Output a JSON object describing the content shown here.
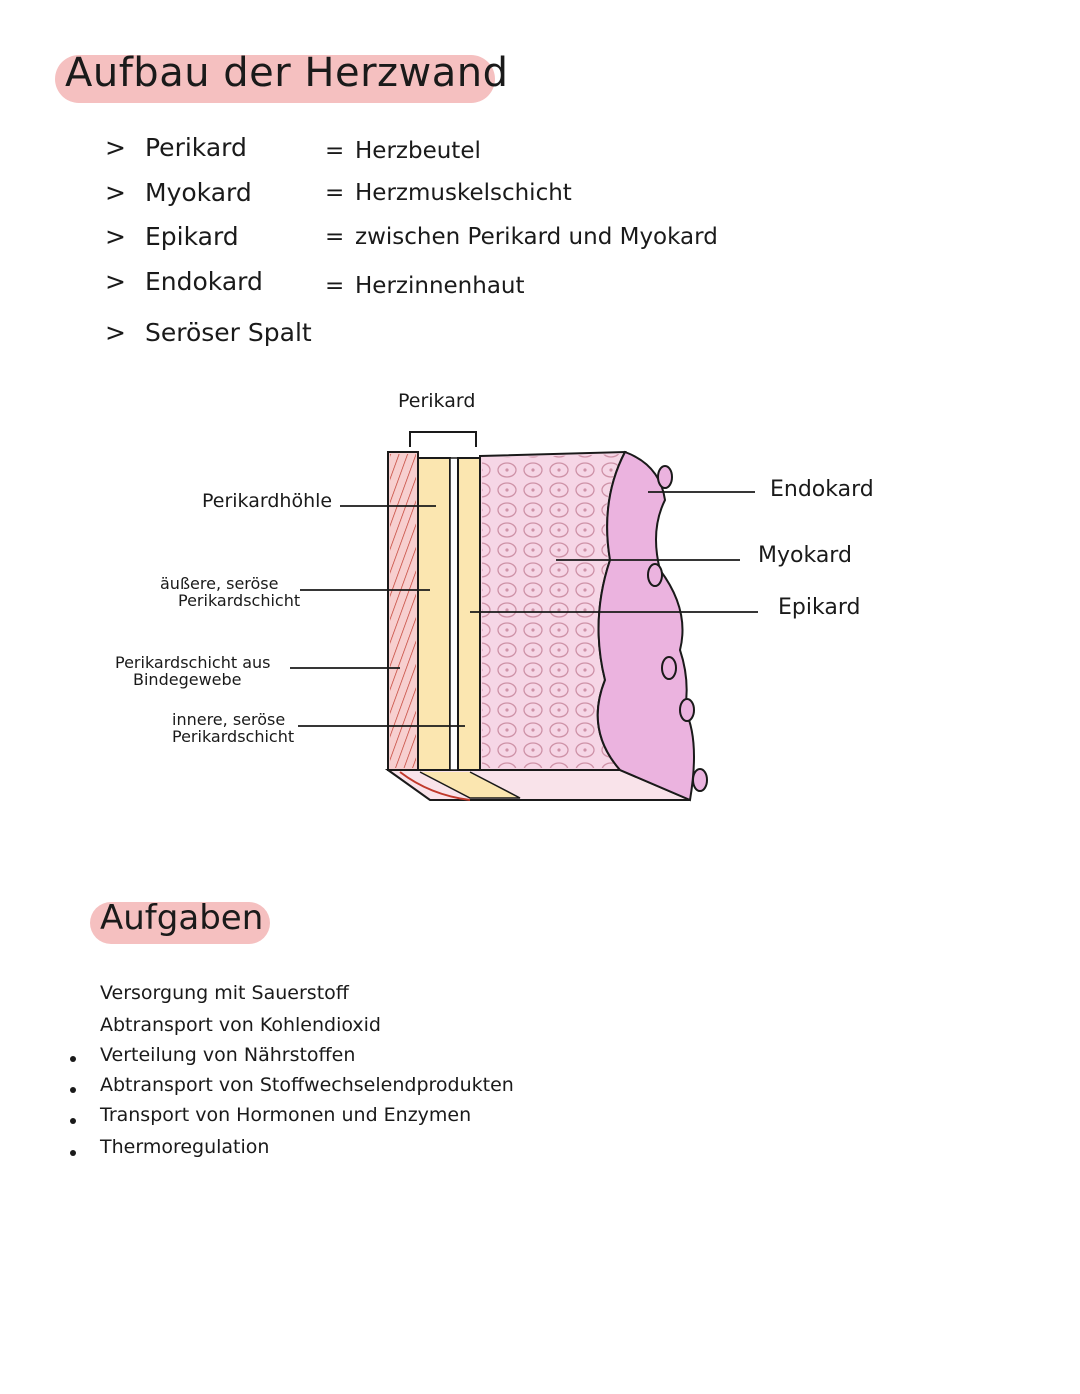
{
  "title": "Aufbau der Herzwand",
  "layers": [
    {
      "term": "Perikard",
      "definition": "Herzbeutel"
    },
    {
      "term": "Myokard",
      "definition": "Herzmuskelschicht"
    },
    {
      "term": "Epikard",
      "definition": "zwischen Perikard und Myokard"
    },
    {
      "term": "Endokard",
      "definition": "Herzinnenhaut"
    },
    {
      "term": "Seröser Spalt",
      "definition": ""
    }
  ],
  "list_marker": ">",
  "equals_sign": "=",
  "diagram": {
    "top_label": "Perikard",
    "left_labels": {
      "perikardhoehle": "Perikardhöhle",
      "aeussere_line1": "äußere, seröse",
      "aeussere_line2": "Perikardschicht",
      "binde_line1": "Perikardschicht aus",
      "binde_line2": "Bindegewebe",
      "innere_line1": "innere, seröse",
      "innere_line2": "Perikardschicht"
    },
    "right_labels": {
      "endokard": "Endokard",
      "myokard": "Myokard",
      "epikard": "Epikard"
    },
    "colors": {
      "outer_layer": "#f7cfcf",
      "fibrous_hatch": "#c0392b",
      "serous_layer": "#fbe6b0",
      "myocardium": "#f6d6e6",
      "endocardium": "#ebb3df",
      "bottom_face": "#f9e3ea"
    }
  },
  "tasks_heading": "Aufgaben",
  "tasks": [
    "Versorgung mit Sauerstoff",
    "Abtransport von Kohlendioxid",
    "Verteilung von Nährstoffen",
    "Abtransport von Stoffwechselendprodukten",
    "Transport von Hormonen und Enzymen",
    "Thermoregulation"
  ]
}
